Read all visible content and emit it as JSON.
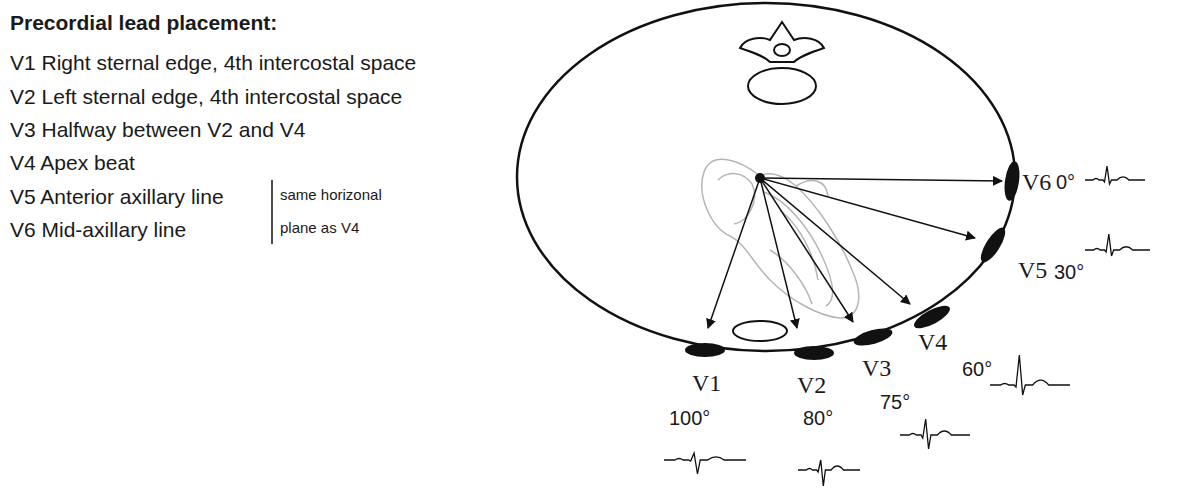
{
  "diagram": {
    "labels": [
      "Precordial lead placement:",
      "V1 Right sternal edge, 4th intercostal space",
      "V2 Left sternal edge, 4th intercostal space",
      "V3 Halfway between V2 and V4",
      "V4 Apex beat",
      "V5 Anterior axillary line",
      "V6 Mid-axillary line",
      "same horizonal plane as V4",
      "V6",
      "0°",
      "V5",
      "30°",
      "V4",
      "60°",
      "V3",
      "75°",
      "V2",
      "80°",
      "V1",
      "100°"
    ]
  }
}
